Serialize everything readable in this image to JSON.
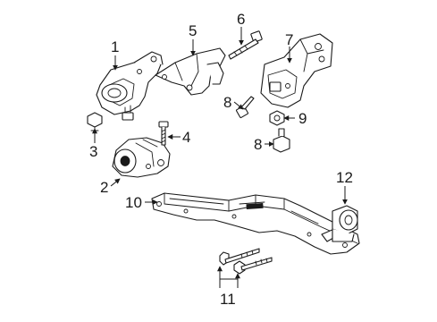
{
  "callouts": {
    "c1": "1",
    "c2": "2",
    "c3": "3",
    "c4": "4",
    "c5": "5",
    "c6": "6",
    "c7": "7",
    "c8a": "8",
    "c8b": "8",
    "c9": "9",
    "c10": "10",
    "c11": "11",
    "c12": "12"
  },
  "colors": {
    "line": "#1a1a1a",
    "background": "#ffffff"
  }
}
